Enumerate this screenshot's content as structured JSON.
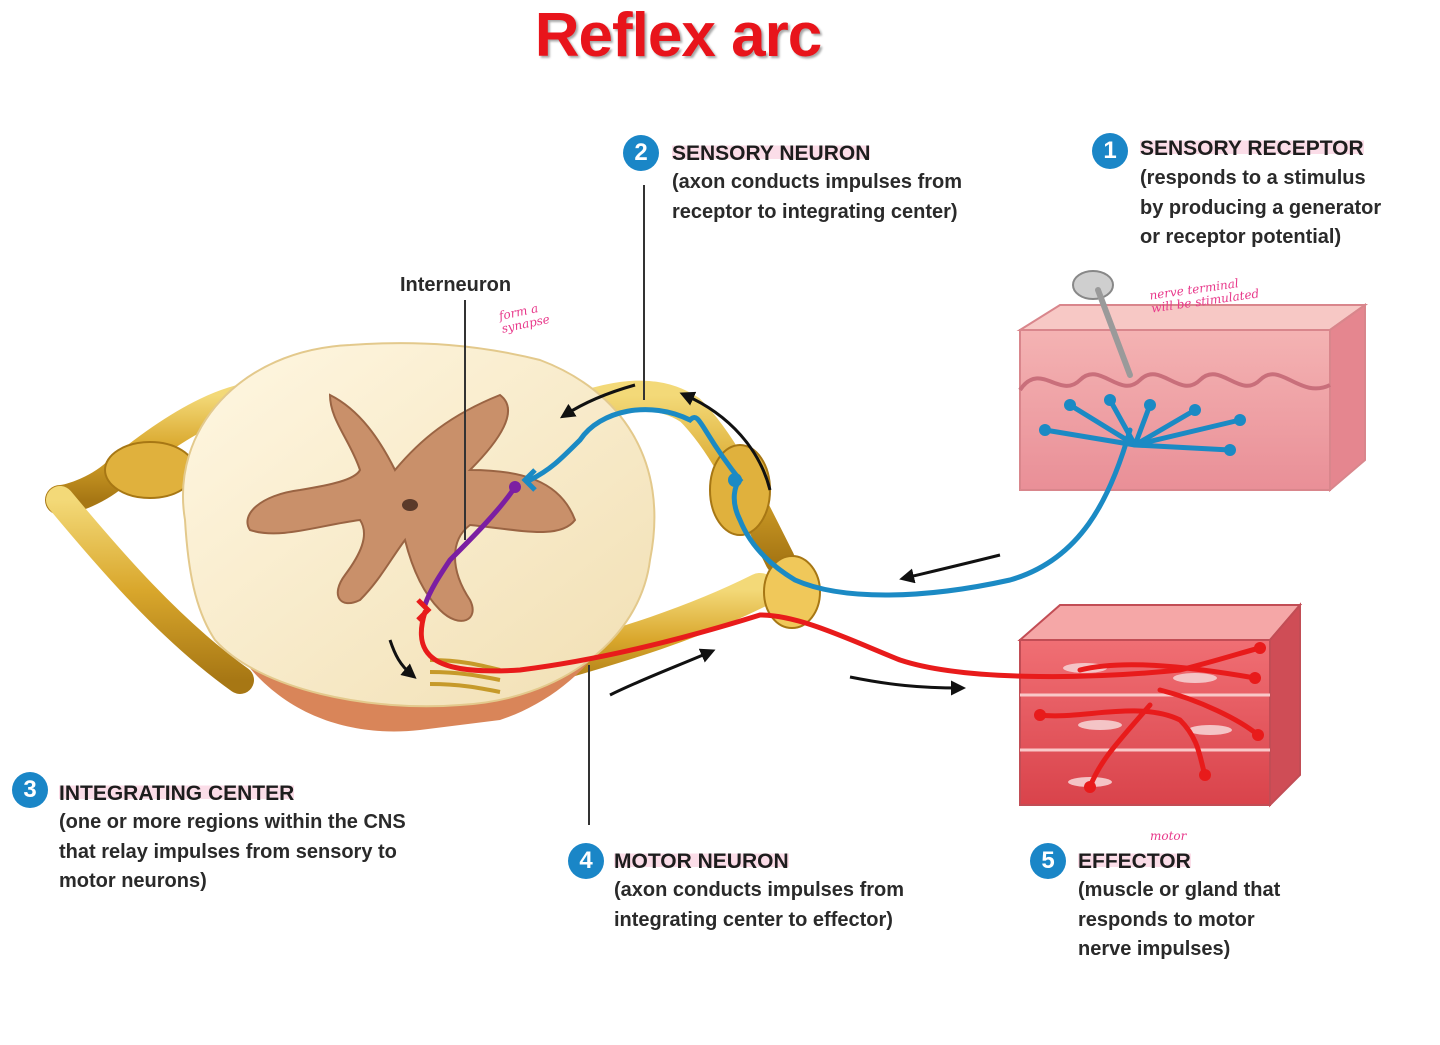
{
  "title": "Reflex arc",
  "callouts": [
    {
      "number": "1",
      "label": "SENSORY RECEPTOR",
      "description": "(responds to a stimulus\nby producing a generator\nor receptor potential)"
    },
    {
      "number": "2",
      "label": "SENSORY NEURON",
      "description": "(axon conducts impulses from\nreceptor to integrating center)"
    },
    {
      "number": "3",
      "label": "INTEGRATING CENTER",
      "description": "(one or more regions within the CNS\nthat relay impulses from sensory to\nmotor neurons)"
    },
    {
      "number": "4",
      "label": "MOTOR NEURON",
      "description": "(axon conducts impulses from\nintegrating center to effector)"
    },
    {
      "number": "5",
      "label": "EFFECTOR",
      "description": "(muscle or gland that\nresponds to motor\nnerve impulses)"
    }
  ],
  "interneuron_label": "Interneuron",
  "handwritten_notes": {
    "synapse": "form a\nsynapse",
    "receptor": "nerve terminal\nwill be stimulated",
    "effector": "motor"
  },
  "colors": {
    "title": "#e8141b",
    "badge": "#1a86c7",
    "sensory_neuron": "#1b8ac4",
    "motor_neuron": "#e81b1b",
    "interneuron": "#7b1fa2",
    "highlight": "#fbdde8",
    "annotation": "#e8388a"
  }
}
